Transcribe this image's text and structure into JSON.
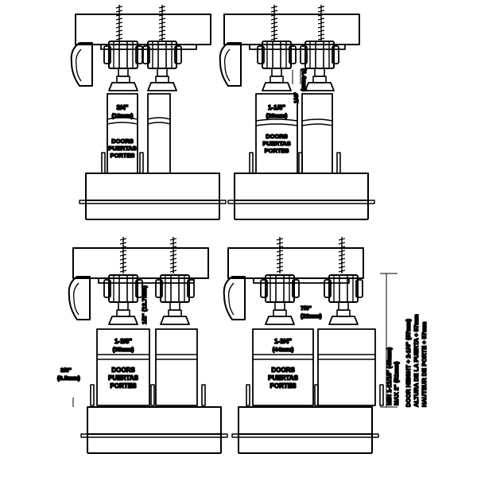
{
  "panels": [
    {
      "id": "top-left",
      "thickness": "3/4\"",
      "thickness_mm": "(19mm)",
      "door_label": [
        "DOORS",
        "PUERTAS",
        "PORTES"
      ]
    },
    {
      "id": "top-right",
      "thickness": "1-1/8\"",
      "thickness_mm": "(29mm)",
      "door_label": [
        "DOORS",
        "PUERTAS",
        "PORTES"
      ],
      "gap_small": "(6.4mm)",
      "gap_frac": "1/4\""
    },
    {
      "id": "bottom-left",
      "thickness": "1-3/8\"",
      "thickness_mm": "(35mm)",
      "door_label": [
        "DOORS",
        "PUERTAS",
        "PORTES"
      ],
      "gap_frac": "1/2\"",
      "gap_mm": "(12.7mm)",
      "floor_gap": "3/8\"",
      "floor_gap_mm": "(9.5mm)"
    },
    {
      "id": "bottom-right",
      "thickness": "1-3/4\"",
      "thickness_mm": "(44mm)",
      "door_label": [
        "DOORS",
        "PUERTAS",
        "PORTES"
      ],
      "gap_frac": "7/8\"",
      "gap_mm": "(22mm)",
      "floor_clear": "MIN 1-11/16\" (43mm)",
      "floor_clear_max": "MAX 2\" (51mm)",
      "height_en": "DOOR HEIGHT + 2-1/4\" (57mm)",
      "height_es": "ALTURA DE LA PUERTA + 57mm",
      "height_fr": "HAUTEUR DE PORTE + 57mm"
    }
  ]
}
